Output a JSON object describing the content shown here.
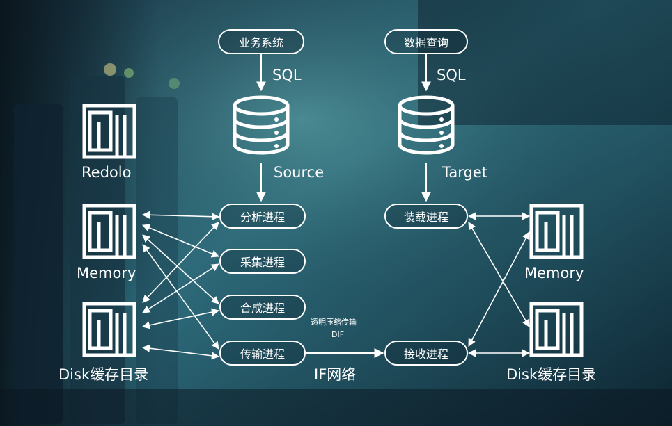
{
  "source": {
    "system_label": "业务系统",
    "sql_label": "SQL",
    "db_label": "Source",
    "processes": [
      "分析进程",
      "采集进程",
      "合成进程",
      "传输进程"
    ],
    "icons": [
      {
        "label": "Redolo",
        "icon": "file-panel-icon"
      },
      {
        "label": "Memory",
        "icon": "file-panel-icon"
      },
      {
        "label": "Disk缓存目录",
        "icon": "file-panel-icon"
      }
    ]
  },
  "target": {
    "query_label": "数据查询",
    "sql_label": "SQL",
    "db_label": "Target",
    "processes": [
      "装载进程",
      "接收进程"
    ],
    "icons": [
      {
        "label": "Memory",
        "icon": "file-panel-icon"
      },
      {
        "label": "Disk缓存目录",
        "icon": "file-panel-icon"
      }
    ]
  },
  "transfer": {
    "note_line1": "透明压缩传输",
    "note_line2": "DIF",
    "network_label": "IF网络"
  },
  "colors": {
    "line": "#ffffff",
    "background_dark": "#0a1520",
    "background_teal": "#2f6f7f"
  }
}
